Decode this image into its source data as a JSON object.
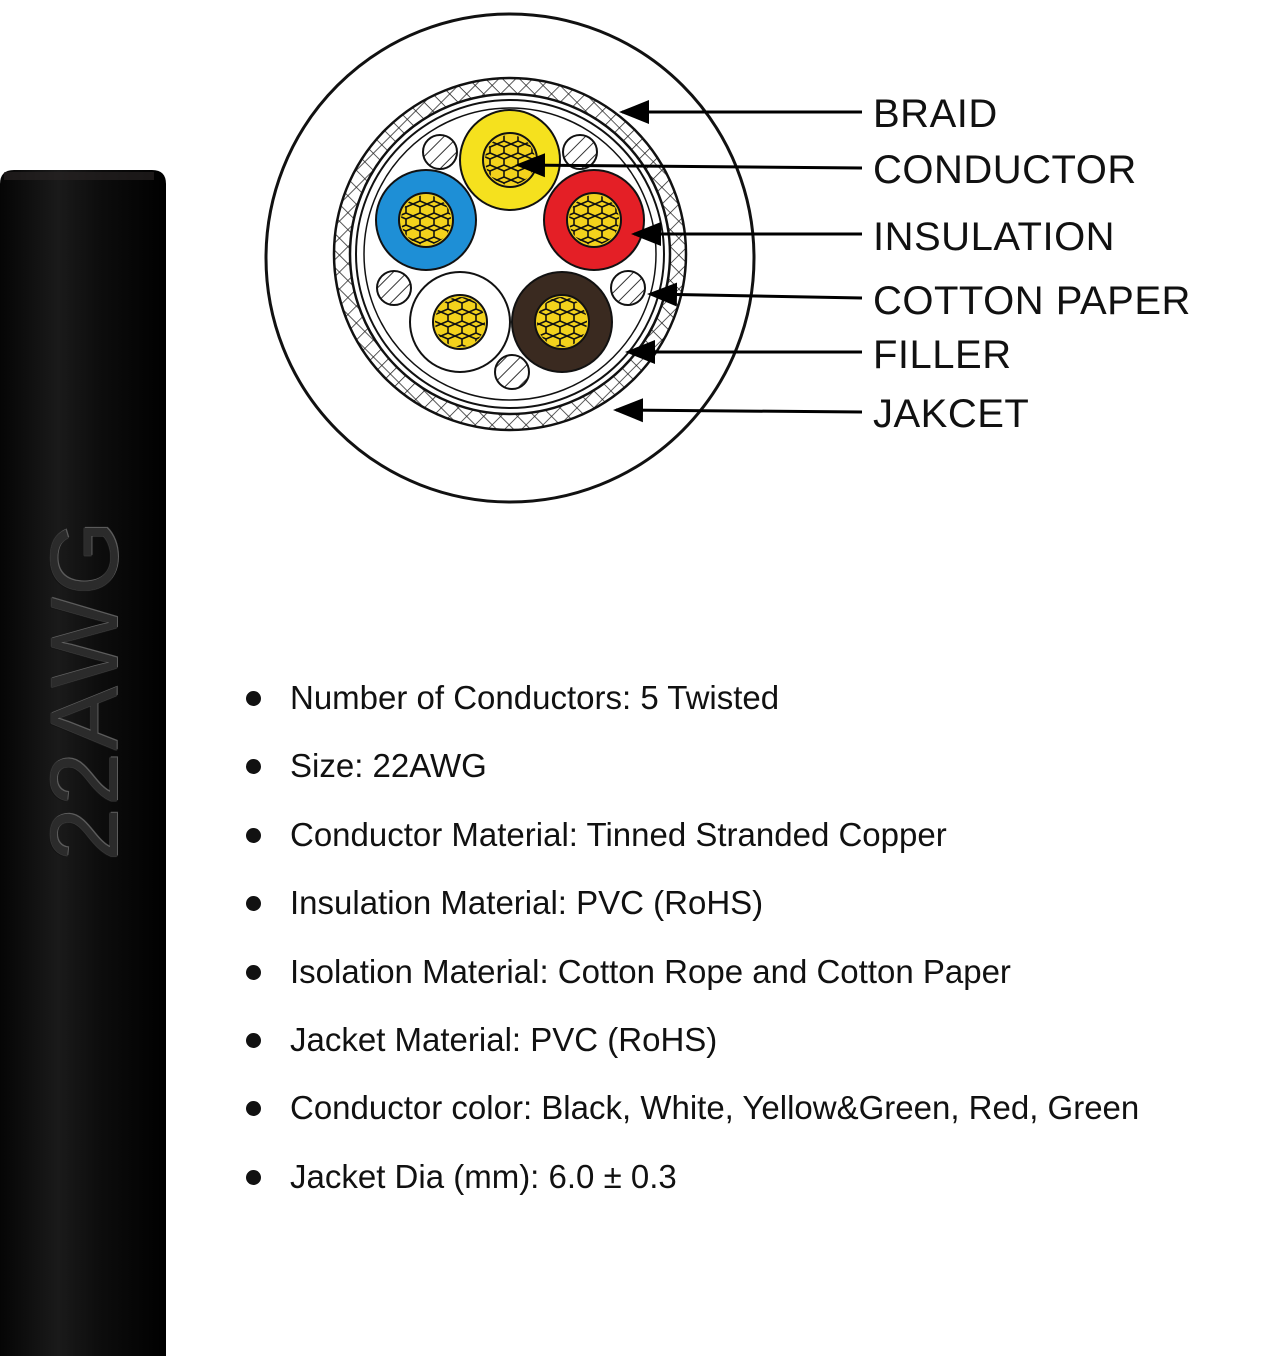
{
  "cable": {
    "marking": "22AWG",
    "jacket_color": "#0c0c0c"
  },
  "diagram": {
    "labels": [
      {
        "id": "braid",
        "text": "BRAID"
      },
      {
        "id": "conductor",
        "text": "CONDUCTOR"
      },
      {
        "id": "insulation",
        "text": "INSULATION"
      },
      {
        "id": "cotton-paper",
        "text": "COTTON PAPER"
      },
      {
        "id": "filler",
        "text": "FILLER"
      },
      {
        "id": "jacket",
        "text": "JAKCET"
      }
    ],
    "conductor_colors": {
      "yellow": "#f5e11e",
      "red": "#e41f26",
      "blue": "#1e8fd6",
      "white": "#ffffff",
      "black": "#3a2a20",
      "copper": "#f3d21c"
    }
  },
  "specs": [
    {
      "text": "Number of Conductors: 5 Twisted"
    },
    {
      "text": "Size: 22AWG"
    },
    {
      "text": "Conductor Material: Tinned Stranded Copper"
    },
    {
      "text": "Insulation Material: PVC (RoHS)"
    },
    {
      "text": "Isolation Material: Cotton Rope and Cotton Paper"
    },
    {
      "text": "Jacket Material: PVC (RoHS)"
    },
    {
      "text": "Conductor color: Black, White, Yellow&Green, Red, Green"
    },
    {
      "text": "Jacket Dia (mm): 6.0 ± 0.3"
    }
  ]
}
